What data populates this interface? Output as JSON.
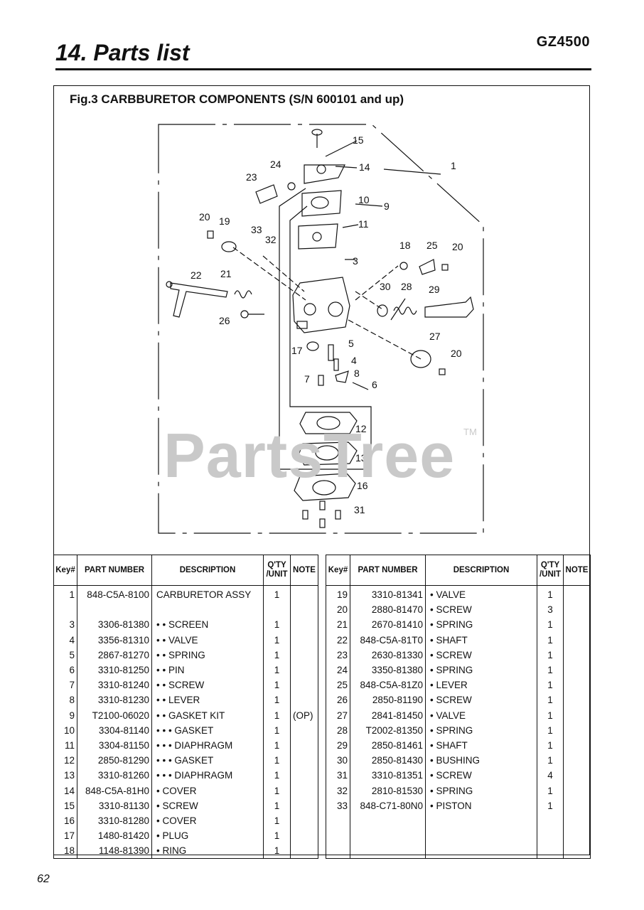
{
  "header": {
    "model": "GZ4500",
    "section_title": "14. Parts list"
  },
  "figure": {
    "title": "Fig.3 CARBBURETOR COMPONENTS (S/N 600101 and up)",
    "callouts": [
      "15",
      "14",
      "1",
      "24",
      "23",
      "10",
      "9",
      "20",
      "19",
      "33",
      "32",
      "11",
      "3",
      "18",
      "25",
      "20",
      "22",
      "21",
      "30",
      "28",
      "29",
      "26",
      "27",
      "20",
      "17",
      "5",
      "4",
      "7",
      "8",
      "6",
      "12",
      "13",
      "16",
      "31"
    ]
  },
  "watermark": {
    "text": "PartsTree",
    "tm": "TM"
  },
  "table": {
    "columns": [
      "Key#",
      "PART NUMBER",
      "DESCRIPTION",
      "Q'TY /UNIT",
      "NOTE"
    ],
    "left_rows": [
      {
        "key": "1",
        "part": "848-C5A-8100",
        "desc": "CARBURETOR ASSY",
        "qty": "1",
        "note": ""
      },
      {
        "key": "",
        "part": "",
        "desc": "",
        "qty": "",
        "note": ""
      },
      {
        "key": "3",
        "part": "3306-81380",
        "desc": "• • SCREEN",
        "qty": "1",
        "note": ""
      },
      {
        "key": "4",
        "part": "3356-81310",
        "desc": "• • VALVE",
        "qty": "1",
        "note": ""
      },
      {
        "key": "5",
        "part": "2867-81270",
        "desc": "• • SPRING",
        "qty": "1",
        "note": ""
      },
      {
        "key": "6",
        "part": "3310-81250",
        "desc": "• • PIN",
        "qty": "1",
        "note": ""
      },
      {
        "key": "7",
        "part": "3310-81240",
        "desc": "• • SCREW",
        "qty": "1",
        "note": ""
      },
      {
        "key": "8",
        "part": "3310-81230",
        "desc": "• • LEVER",
        "qty": "1",
        "note": ""
      },
      {
        "key": "9",
        "part": "T2100-06020",
        "desc": "• • GASKET KIT",
        "qty": "1",
        "note": "(OP)"
      },
      {
        "key": "10",
        "part": "3304-81140",
        "desc": "• • • GASKET",
        "qty": "1",
        "note": ""
      },
      {
        "key": "11",
        "part": "3304-81150",
        "desc": "• • • DIAPHRAGM",
        "qty": "1",
        "note": ""
      },
      {
        "key": "12",
        "part": "2850-81290",
        "desc": "• • • GASKET",
        "qty": "1",
        "note": ""
      },
      {
        "key": "13",
        "part": "3310-81260",
        "desc": "• • • DIAPHRAGM",
        "qty": "1",
        "note": ""
      },
      {
        "key": "14",
        "part": "848-C5A-81H0",
        "desc": "• COVER",
        "qty": "1",
        "note": ""
      },
      {
        "key": "15",
        "part": "3310-81130",
        "desc": "• SCREW",
        "qty": "1",
        "note": ""
      },
      {
        "key": "16",
        "part": "3310-81280",
        "desc": "• COVER",
        "qty": "1",
        "note": ""
      },
      {
        "key": "17",
        "part": "1480-81420",
        "desc": "• PLUG",
        "qty": "1",
        "note": ""
      },
      {
        "key": "18",
        "part": "1148-81390",
        "desc": "• RING",
        "qty": "1",
        "note": ""
      }
    ],
    "right_rows": [
      {
        "key": "19",
        "part": "3310-81341",
        "desc": "• VALVE",
        "qty": "1",
        "note": ""
      },
      {
        "key": "20",
        "part": "2880-81470",
        "desc": "• SCREW",
        "qty": "3",
        "note": ""
      },
      {
        "key": "21",
        "part": "2670-81410",
        "desc": "• SPRING",
        "qty": "1",
        "note": ""
      },
      {
        "key": "22",
        "part": "848-C5A-81T0",
        "desc": "• SHAFT",
        "qty": "1",
        "note": ""
      },
      {
        "key": "23",
        "part": "2630-81330",
        "desc": "• SCREW",
        "qty": "1",
        "note": ""
      },
      {
        "key": "24",
        "part": "3350-81380",
        "desc": "• SPRING",
        "qty": "1",
        "note": ""
      },
      {
        "key": "25",
        "part": "848-C5A-81Z0",
        "desc": "• LEVER",
        "qty": "1",
        "note": ""
      },
      {
        "key": "26",
        "part": "2850-81190",
        "desc": "• SCREW",
        "qty": "1",
        "note": ""
      },
      {
        "key": "27",
        "part": "2841-81450",
        "desc": "• VALVE",
        "qty": "1",
        "note": ""
      },
      {
        "key": "28",
        "part": "T2002-81350",
        "desc": "• SPRING",
        "qty": "1",
        "note": ""
      },
      {
        "key": "29",
        "part": "2850-81461",
        "desc": "• SHAFT",
        "qty": "1",
        "note": ""
      },
      {
        "key": "30",
        "part": "2850-81430",
        "desc": "• BUSHING",
        "qty": "1",
        "note": ""
      },
      {
        "key": "31",
        "part": "3310-81351",
        "desc": "• SCREW",
        "qty": "4",
        "note": ""
      },
      {
        "key": "32",
        "part": "2810-81530",
        "desc": "• SPRING",
        "qty": "1",
        "note": ""
      },
      {
        "key": "33",
        "part": "848-C71-80N0",
        "desc": "• PISTON",
        "qty": "1",
        "note": ""
      },
      {
        "key": "",
        "part": "",
        "desc": "",
        "qty": "",
        "note": ""
      },
      {
        "key": "",
        "part": "",
        "desc": "",
        "qty": "",
        "note": ""
      },
      {
        "key": "",
        "part": "",
        "desc": "",
        "qty": "",
        "note": ""
      }
    ]
  },
  "footer": {
    "page_number": "62"
  }
}
